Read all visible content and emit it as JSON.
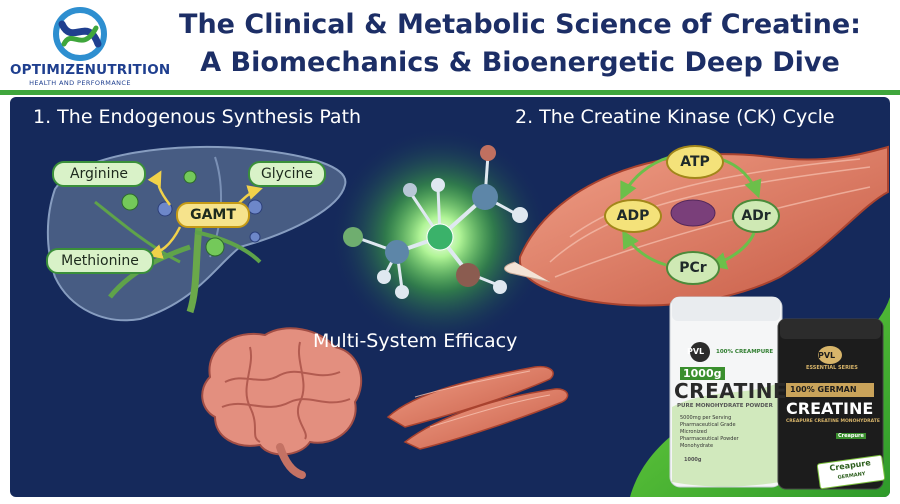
{
  "header": {
    "title_line1": "The Clinical & Metabolic Science of Creatine:",
    "title_line2": "A Biomechanics & Bioenergetic Deep Dive",
    "logo": {
      "brand": "OPTIMIZENUTRITION",
      "tagline": "HEALTH AND PERFORMANCE"
    }
  },
  "sections": {
    "synthesis": {
      "title": "1. The Endogenous Synthesis Path",
      "labels": {
        "arginine": "Arginine",
        "glycine": "Glycine",
        "gamt": "GAMT",
        "methionine": "Methionine"
      }
    },
    "ck_cycle": {
      "title": "2. The Creatine Kinase (CK) Cycle",
      "labels": {
        "atp": "ATP",
        "adp": "ADP",
        "adr": "ADr",
        "pcr": "PCr"
      }
    },
    "efficacy": {
      "title": "Multi-System Efficacy"
    }
  },
  "products": {
    "white_tub": {
      "brand": "PVL",
      "side_note": "100% CREAMPURE",
      "amount": "1000g",
      "name": "CREATINE",
      "subtitle": "PURE MONOHYDRATE POWDER",
      "bullets": [
        "5000mg per Serving",
        "Pharmaceutical Grade",
        "Micronized",
        "Pharmaceutical Powder",
        "Monohydrate"
      ],
      "footer": "1000g"
    },
    "black_tub": {
      "brand": "PVL",
      "brand_sub": "ESSENTIAL SERIES",
      "band": "100% GERMAN",
      "name": "CREATINE",
      "subtitle": "CREAPURE CREATINE MONOHYDRATE",
      "badge": "Creapure"
    },
    "creapure_badge": {
      "name": "Creapure",
      "sub": "GERMANY"
    }
  },
  "colors": {
    "navy": "#15295b",
    "brand_blue": "#1c2e66",
    "brand_green": "#3fa63c",
    "pill_fill": "#d9f2c8",
    "gamt_fill": "#f6e38c",
    "muscle": "#d9785f"
  }
}
